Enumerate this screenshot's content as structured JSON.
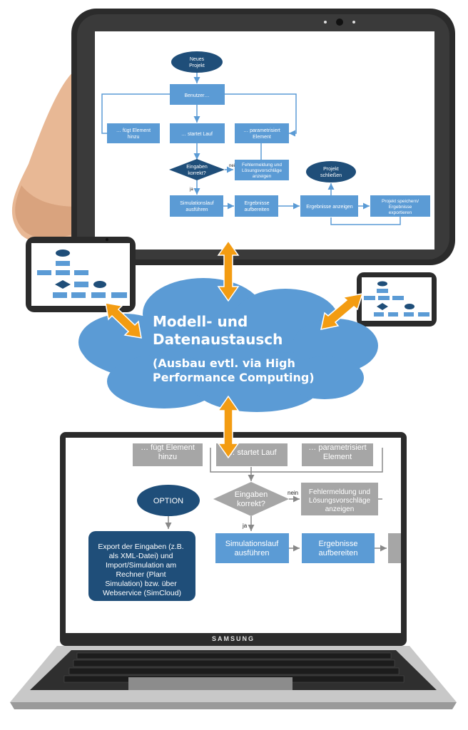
{
  "tablet": {
    "start": "Neues Projekt",
    "user": "Benutzer…",
    "add": "… fügt Element hinzu",
    "run": "… startet Lauf",
    "param": "… parametrisiert Element",
    "decision": "Eingaben korrekt?",
    "no": "nein",
    "yes": "ja",
    "error": "Fehlermeldung und Lösungsvorschläge anzeigen",
    "close": "Projekt schließen",
    "sim": "Simulationslauf ausführen",
    "prep": "Ergebnisse aufbereiten",
    "show": "Ergebnisse anzeigen",
    "save": "Projekt speichern/ Ergebnisse exportieren"
  },
  "cloud": {
    "line1": "Modell- und",
    "line2": "Datenaustausch",
    "line3": "(Ausbau evtl. via High",
    "line4": "Performance Computing)"
  },
  "laptop": {
    "brand": "SAMSUNG",
    "add": "… fügt Element hinzu",
    "run": "… startet Lauf",
    "param": "… parametrisiert Element",
    "option": "OPTION",
    "decision": "Eingaben korrekt?",
    "no": "nein",
    "yes": "ja",
    "error": "Fehlermeldung und Lösungsvorschläge anzeigen",
    "export": "Export der Eingaben (z.B. als XML-Datei) und Import/Simulation am Rechner (Plant Simulation) bzw. über Webservice (SimCloud)",
    "sim": "Simulationslauf ausführen",
    "prep": "Ergebnisse aufbereiten"
  },
  "colors": {
    "box": "#5b9bd5",
    "dark": "#1f4e79",
    "gray": "#a6a6a6",
    "arrow": "#f39c12",
    "cloud": "#5b9bd5",
    "device": "#2b2b2b"
  }
}
